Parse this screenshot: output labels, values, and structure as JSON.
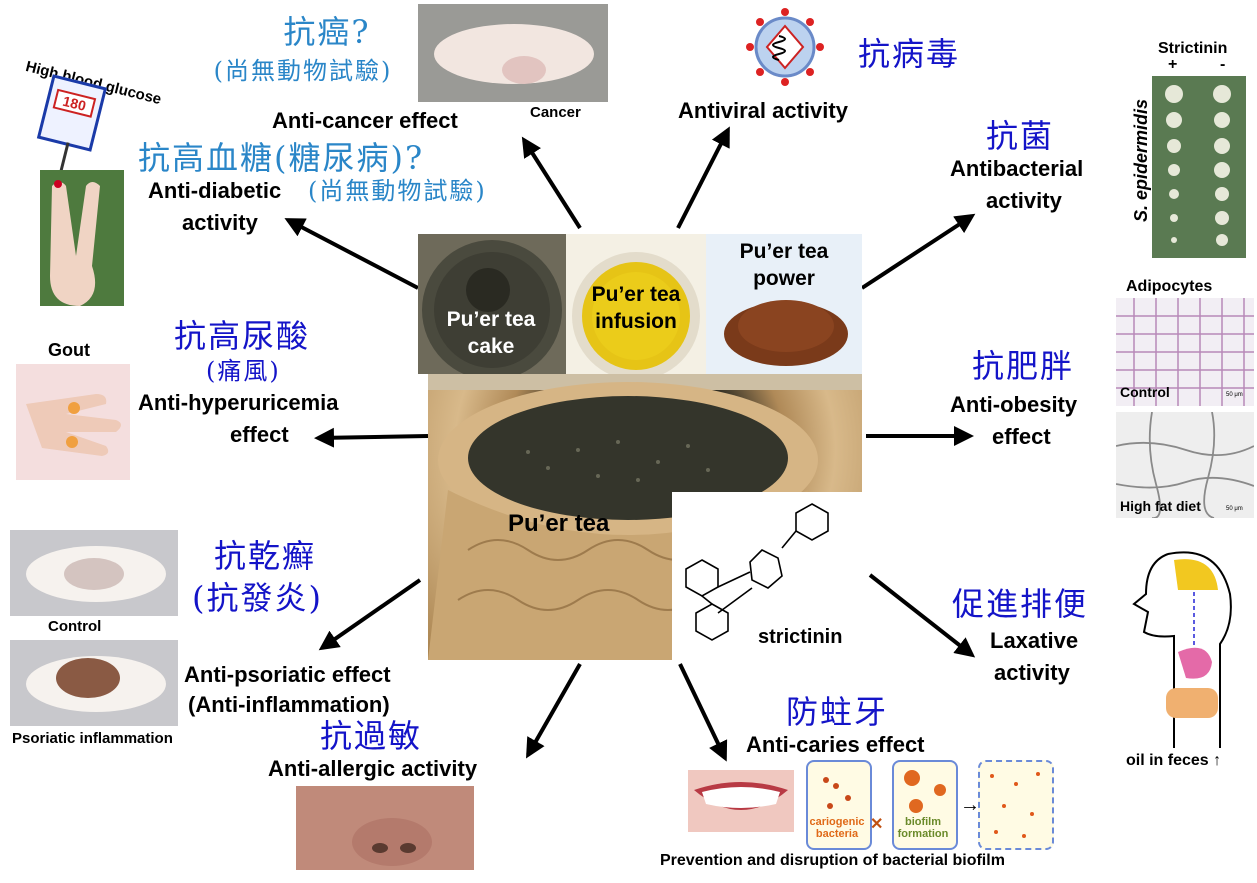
{
  "center": {
    "main_label": "Pu’er tea",
    "cake_label": "Pu’er tea cake",
    "infusion_label": "Pu’er tea infusion",
    "powder_label": "Pu’er tea power",
    "compound_label": "strictinin"
  },
  "effects": {
    "anticancer": {
      "zh": "抗癌?",
      "zh_note": "(尚無動物試驗)",
      "en": "Anti-cancer effect",
      "photo_caption": "Cancer"
    },
    "antiviral": {
      "zh": "抗病毒",
      "en": "Antiviral activity"
    },
    "antibacterial": {
      "zh": "抗菌",
      "en_line1": "Antibacterial",
      "en_line2": "activity",
      "plate_title": "Strictinin",
      "plate_plus": "+",
      "plate_minus": "-",
      "organism": "S. epidermidis"
    },
    "antidiabetic": {
      "zh": "抗高血糖(糖尿病)?",
      "zh_note": "(尚無動物試驗)",
      "en_line1": "Anti-diabetic",
      "en_line2": "activity",
      "glucose_label": "High blood glucose",
      "glucose_value": "180"
    },
    "antihyperuricemia": {
      "zh": "抗高尿酸",
      "zh_note": "(痛風)",
      "en_line1": "Anti-hyperuricemia",
      "en_line2": "effect",
      "photo_caption": "Gout"
    },
    "antiobesity": {
      "zh": "抗肥胖",
      "en_line1": "Anti-obesity",
      "en_line2": "effect",
      "panel_title": "Adipocytes",
      "control_label": "Control",
      "hfd_label": "High fat diet",
      "scale_label": "50 μm"
    },
    "antipsoriatic": {
      "zh_line1": "抗乾癬",
      "zh_line2": "(抗發炎)",
      "en_line1": "Anti-psoriatic effect",
      "en_line2": "(Anti-inflammation)",
      "control_label": "Control",
      "psoriatic_label": "Psoriatic inflammation"
    },
    "laxative": {
      "zh": "促進排便",
      "en_line1": "Laxative",
      "en_line2": "activity",
      "feces_label": "oil in feces ↑"
    },
    "antiallergic": {
      "zh": "抗過敏",
      "en": "Anti-allergic activity"
    },
    "anticaries": {
      "zh": "防蛀牙",
      "en": "Anti-caries effect",
      "bacteria_label": "cariogenic bacteria",
      "biofilm_label": "biofilm formation",
      "footer": "Prevention and disruption of bacterial biofilm"
    }
  },
  "colors": {
    "zh_blue": "#1414c8",
    "zh_sky": "#2a86c8",
    "arrow": "#000000"
  }
}
